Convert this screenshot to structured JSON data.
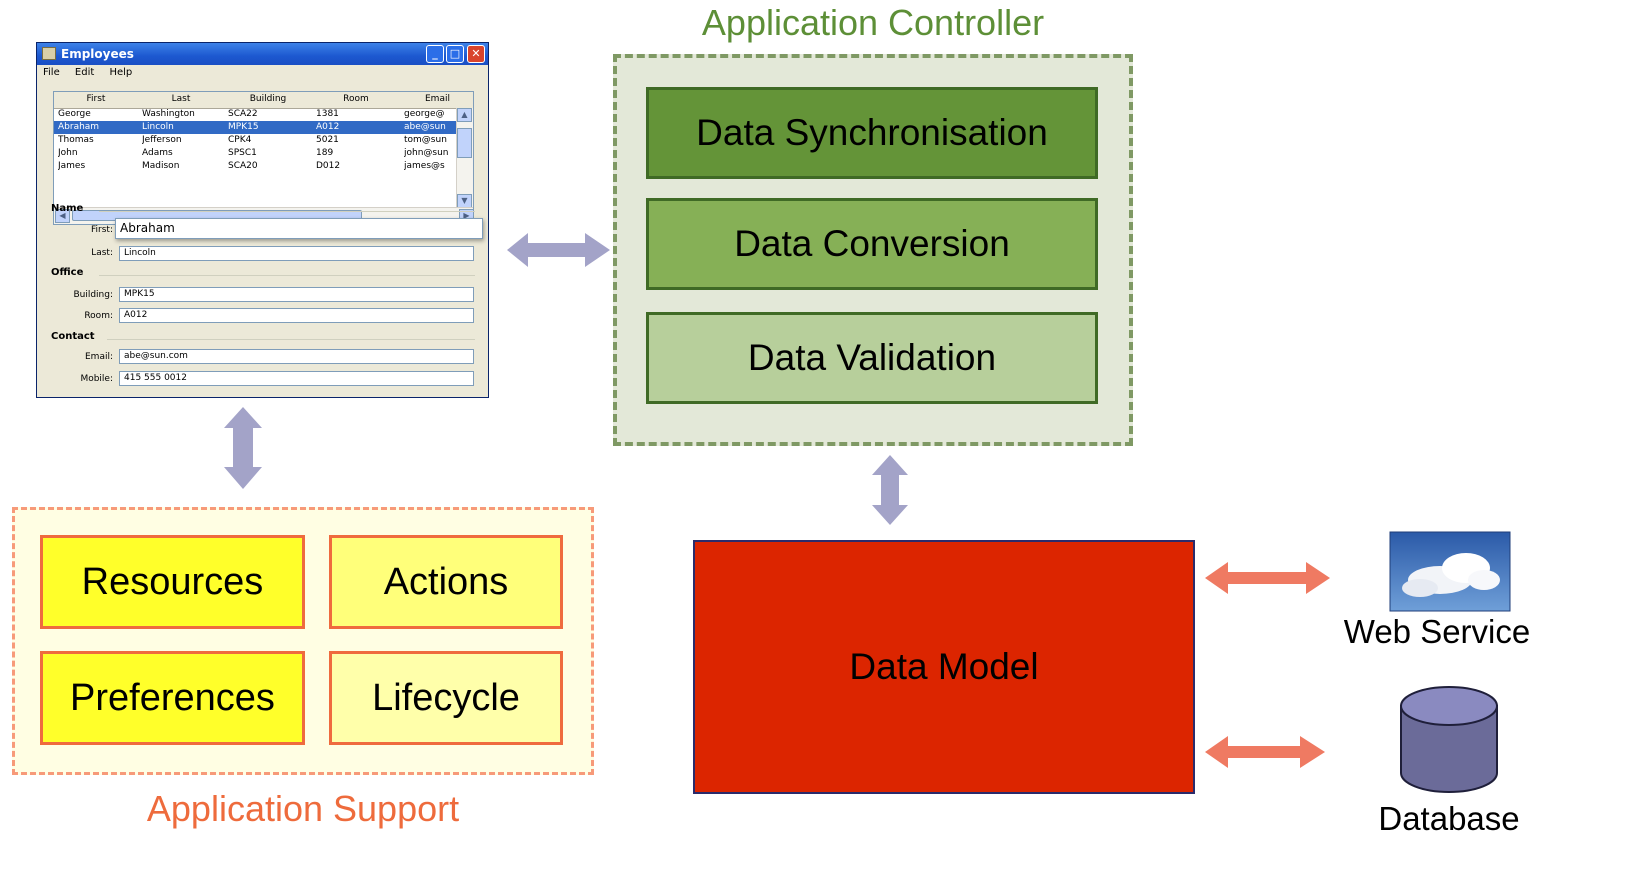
{
  "window": {
    "title": "Employees",
    "menu": [
      "File",
      "Edit",
      "Help"
    ],
    "columns": [
      "First",
      "Last",
      "Building",
      "Room",
      "Email"
    ],
    "rows": [
      [
        "George",
        "Washington",
        "SCA22",
        "1381",
        "george@"
      ],
      [
        "Abraham",
        "Lincoln",
        "MPK15",
        "A012",
        "abe@sun"
      ],
      [
        "Thomas",
        "Jefferson",
        "CPK4",
        "5021",
        "tom@sun"
      ],
      [
        "John",
        "Adams",
        "SPSC1",
        "189",
        "john@sun"
      ],
      [
        "James",
        "Madison",
        "SCA20",
        "D012",
        "james@s"
      ]
    ],
    "selected_row": 1,
    "sections": {
      "name": "Name",
      "office": "Office",
      "contact": "Contact"
    },
    "fields": {
      "first": {
        "label": "First:",
        "value": "Abraham"
      },
      "last": {
        "label": "Last:",
        "value": "Lincoln"
      },
      "building": {
        "label": "Building:",
        "value": "MPK15"
      },
      "room": {
        "label": "Room:",
        "value": "A012"
      },
      "email": {
        "label": "Email:",
        "value": "abe@sun.com"
      },
      "mobile": {
        "label": "Mobile:",
        "value": "415 555 0012"
      }
    }
  },
  "controller": {
    "title": "Application Controller",
    "items": [
      "Data Synchronisation",
      "Data Conversion",
      "Data Validation"
    ]
  },
  "support": {
    "title": "Application Support",
    "items": [
      "Resources",
      "Actions",
      "Preferences",
      "Lifecycle"
    ]
  },
  "model": {
    "label": "Data Model"
  },
  "external": {
    "web_service": "Web Service",
    "database": "Database"
  },
  "colors": {
    "controller_border": "#7f9964",
    "controller_bg": "#e3e8d8",
    "support_border": "#f79a79",
    "support_bg": "#fffee3",
    "model_fill": "#dc2500",
    "arrow_gray": "#a3a3c8",
    "arrow_salmon": "#ef7a62"
  }
}
